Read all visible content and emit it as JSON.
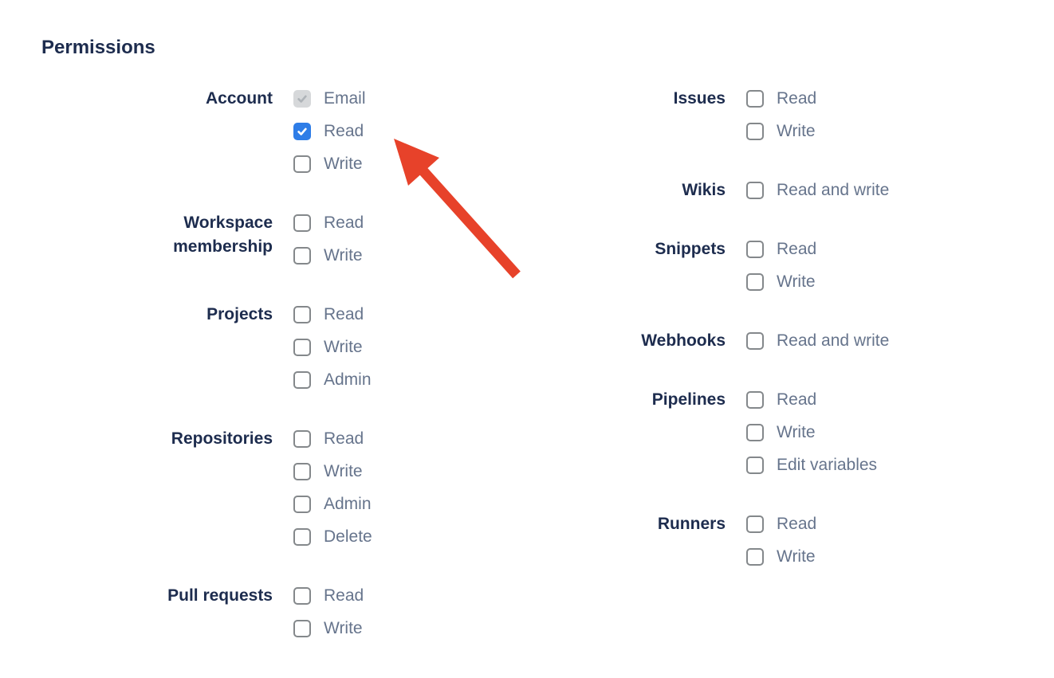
{
  "title": "Permissions",
  "colors": {
    "heading": "#1d2c4e",
    "group_label": "#1d2c4e",
    "option_label": "#66748c",
    "checkbox_border": "#84888b",
    "checkbox_checked_bg": "#2e7de7",
    "checkbox_check": "#ffffff",
    "checkbox_disabled_bg": "#d6d8da",
    "checkbox_disabled_check": "#aeb3b8",
    "arrow": "#e7422a",
    "background": "#ffffff"
  },
  "columns": [
    {
      "groups": [
        {
          "name": "Account",
          "options": [
            {
              "label": "Email",
              "state": "disabled-checked"
            },
            {
              "label": "Read",
              "state": "checked"
            },
            {
              "label": "Write",
              "state": "unchecked"
            }
          ]
        },
        {
          "name": "Workspace\nmembership",
          "options": [
            {
              "label": "Read",
              "state": "unchecked"
            },
            {
              "label": "Write",
              "state": "unchecked"
            }
          ]
        },
        {
          "name": "Projects",
          "options": [
            {
              "label": "Read",
              "state": "unchecked"
            },
            {
              "label": "Write",
              "state": "unchecked"
            },
            {
              "label": "Admin",
              "state": "unchecked"
            }
          ]
        },
        {
          "name": "Repositories",
          "options": [
            {
              "label": "Read",
              "state": "unchecked"
            },
            {
              "label": "Write",
              "state": "unchecked"
            },
            {
              "label": "Admin",
              "state": "unchecked"
            },
            {
              "label": "Delete",
              "state": "unchecked"
            }
          ]
        },
        {
          "name": "Pull requests",
          "options": [
            {
              "label": "Read",
              "state": "unchecked"
            },
            {
              "label": "Write",
              "state": "unchecked"
            }
          ]
        }
      ]
    },
    {
      "groups": [
        {
          "name": "Issues",
          "options": [
            {
              "label": "Read",
              "state": "unchecked"
            },
            {
              "label": "Write",
              "state": "unchecked"
            }
          ]
        },
        {
          "name": "Wikis",
          "options": [
            {
              "label": "Read and write",
              "state": "unchecked"
            }
          ]
        },
        {
          "name": "Snippets",
          "options": [
            {
              "label": "Read",
              "state": "unchecked"
            },
            {
              "label": "Write",
              "state": "unchecked"
            }
          ]
        },
        {
          "name": "Webhooks",
          "options": [
            {
              "label": "Read and write",
              "state": "unchecked"
            }
          ]
        },
        {
          "name": "Pipelines",
          "options": [
            {
              "label": "Read",
              "state": "unchecked"
            },
            {
              "label": "Write",
              "state": "unchecked"
            },
            {
              "label": "Edit variables",
              "state": "unchecked"
            }
          ]
        },
        {
          "name": "Runners",
          "options": [
            {
              "label": "Read",
              "state": "unchecked"
            },
            {
              "label": "Write",
              "state": "unchecked"
            }
          ]
        }
      ]
    }
  ],
  "annotation": {
    "type": "arrow",
    "color": "#e7422a",
    "points_to": "account-read-checkbox"
  }
}
